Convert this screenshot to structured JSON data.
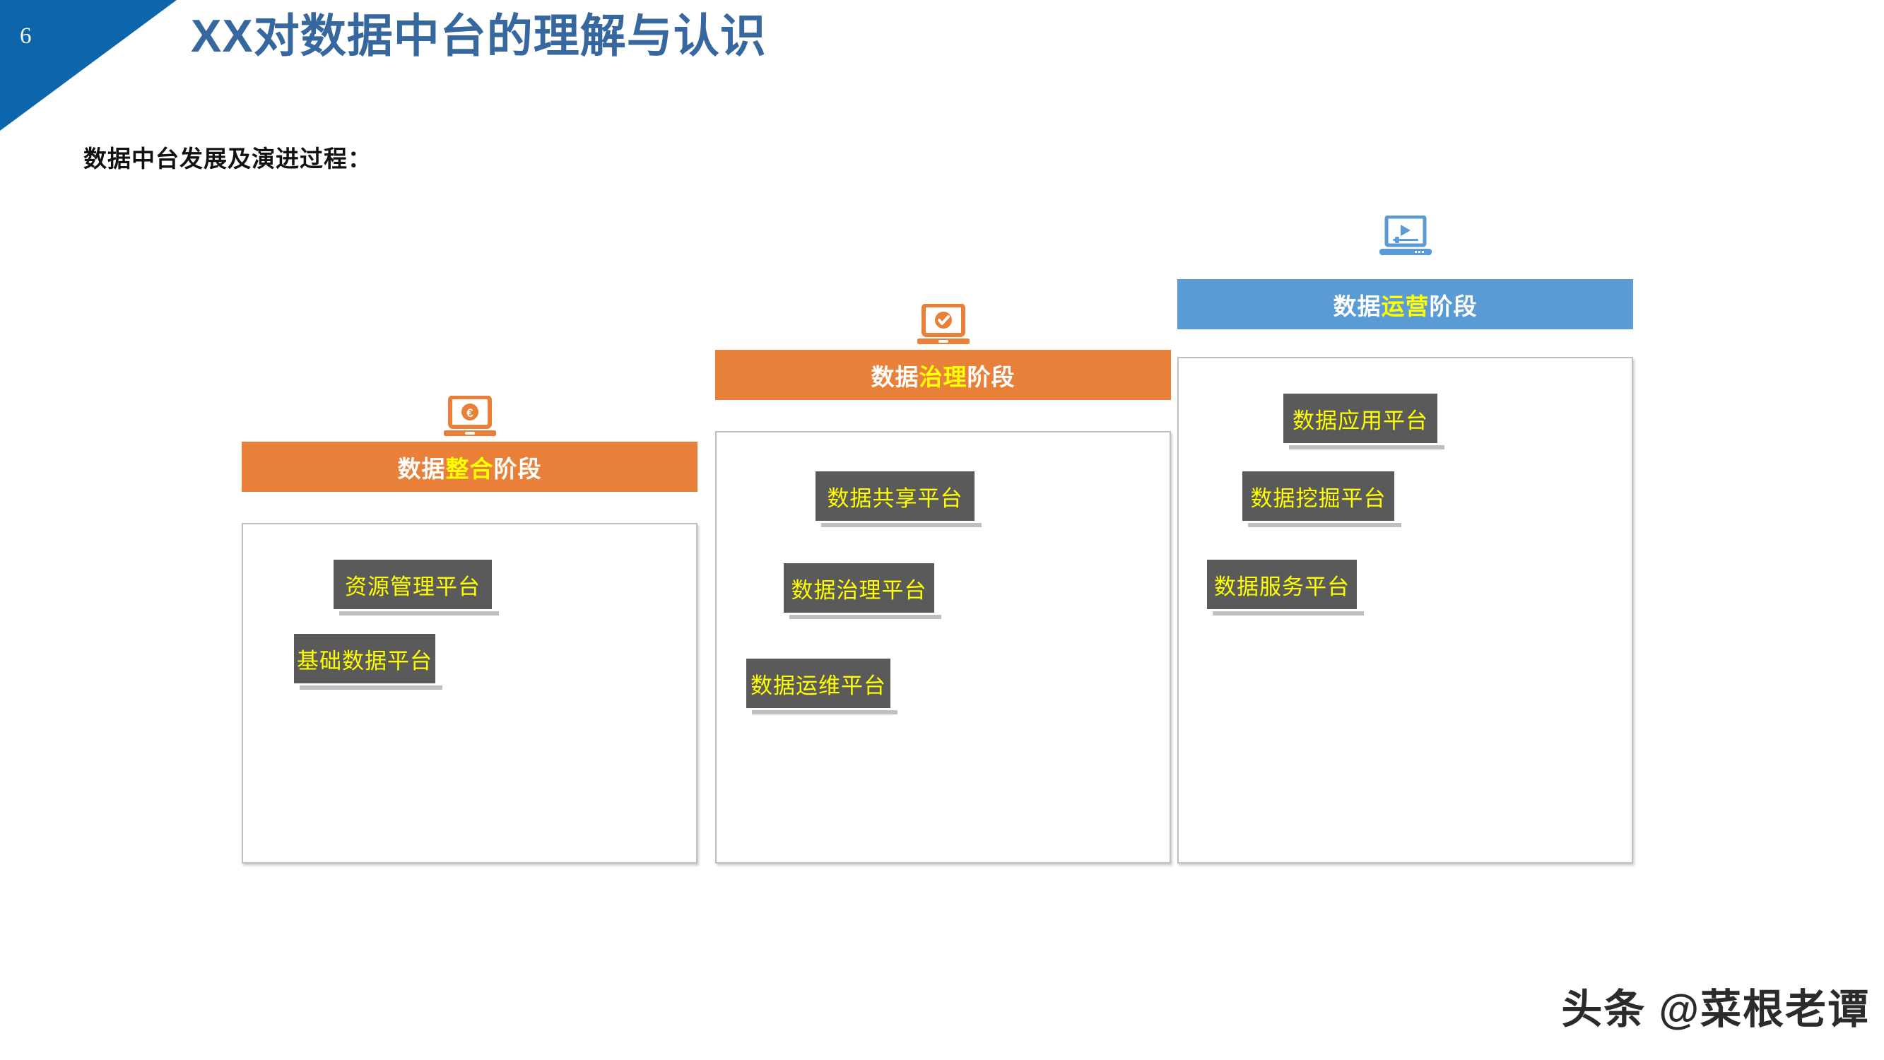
{
  "slide": {
    "page_number": "6",
    "title": "XX对数据中台的理解与认识",
    "subtitle": "数据中台发展及演进过程：",
    "watermark": "头条 @菜根老谭"
  },
  "colors": {
    "corner_blue": "#0D66AB",
    "title_blue": "#36679E",
    "stage_orange": "#E8803A",
    "stage_blue": "#5B9BD5",
    "chip_gray": "#5A5A5A",
    "chip_text_yellow": "#FFFF00",
    "outline_gray": "#BFBFBF"
  },
  "stages": [
    {
      "id": "stage-1",
      "icon_name": "laptop-euro-icon",
      "icon_color": "#E8803A",
      "header_color": "#E8803A",
      "header_prefix": "数据",
      "header_highlight": "整合",
      "header_suffix": "阶段",
      "header_full": "数据整合阶段",
      "platforms": [
        {
          "label": "资源管理平台"
        },
        {
          "label": "基础数据平台"
        }
      ]
    },
    {
      "id": "stage-2",
      "icon_name": "laptop-check-icon",
      "icon_color": "#E8803A",
      "header_color": "#E8803A",
      "header_prefix": "数据",
      "header_highlight": "治理",
      "header_suffix": "阶段",
      "header_full": "数据治理阶段",
      "platforms": [
        {
          "label": "数据共享平台"
        },
        {
          "label": "数据治理平台"
        },
        {
          "label": "数据运维平台"
        }
      ]
    },
    {
      "id": "stage-3",
      "icon_name": "laptop-play-icon",
      "icon_color": "#5B9BD5",
      "header_color": "#5B9BD5",
      "header_prefix": "数据",
      "header_highlight": "运营",
      "header_suffix": "阶段",
      "header_full": "数据运营阶段",
      "platforms": [
        {
          "label": "数据应用平台"
        },
        {
          "label": "数据挖掘平台"
        },
        {
          "label": "数据服务平台"
        }
      ]
    }
  ]
}
